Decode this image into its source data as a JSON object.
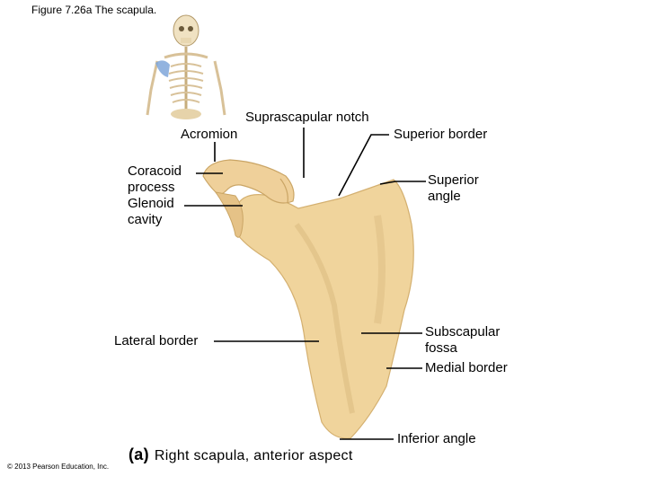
{
  "figure_title": "Figure 7.26a  The scapula.",
  "labels": {
    "suprascapular_notch": "Suprascapular notch",
    "acromion": "Acromion",
    "superior_border": "Superior border",
    "coracoid_process": "Coracoid process",
    "glenoid_cavity": "Glenoid cavity",
    "superior_angle": "Superior angle",
    "lateral_border": "Lateral border",
    "subscapular_fossa": "Subscapular fossa",
    "medial_border": "Medial border",
    "inferior_angle": "Inferior angle"
  },
  "caption": {
    "letter": "(a)",
    "text": "Right scapula, anterior aspect"
  },
  "copyright": "© 2013 Pearson Education, Inc.",
  "colors": {
    "bone": "#f0d49c",
    "bone_shadow": "#d9b575",
    "highlight": "#7fa6d9"
  }
}
